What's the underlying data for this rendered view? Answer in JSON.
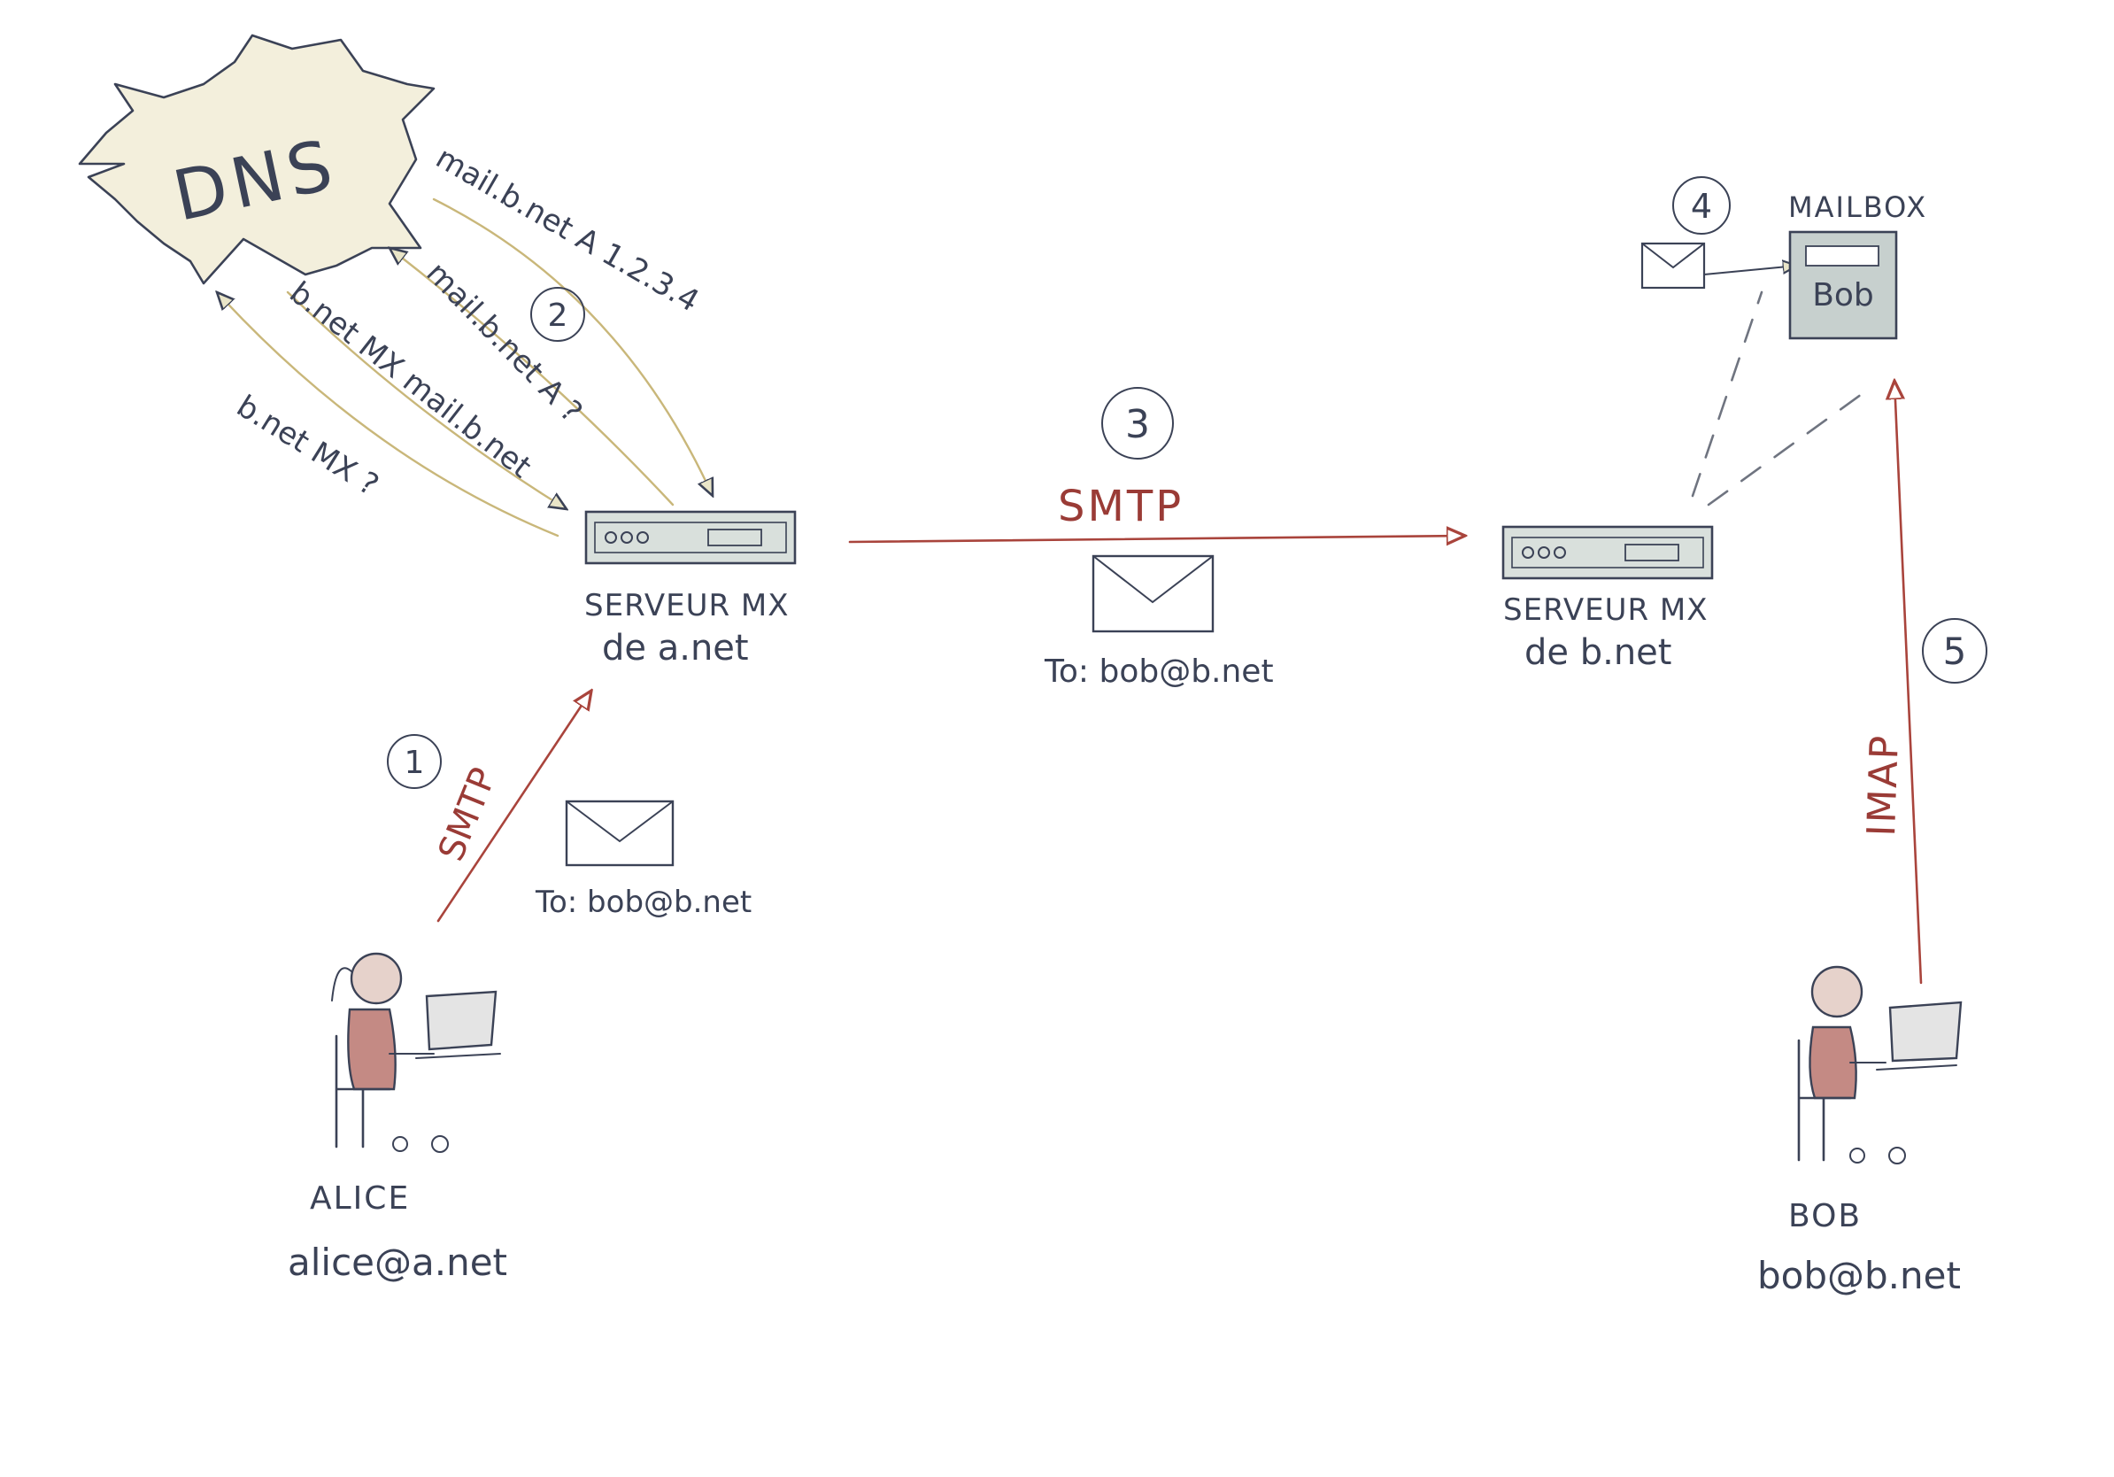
{
  "dns": {
    "label": "DNS"
  },
  "steps": {
    "s1": "1",
    "s2": "2",
    "s3": "3",
    "s4": "4",
    "s5": "5"
  },
  "dns_messages": {
    "query_mx": "b.net MX ?",
    "answer_mx": "b.net MX mail.b.net",
    "query_a": "mail.b.net A ?",
    "answer_a": "mail.b.net A 1.2.3.4"
  },
  "protocols": {
    "smtp_client": "SMTP",
    "smtp_relay": "SMTP",
    "imap": "IMAP"
  },
  "servers": {
    "sender": {
      "line1": "SERVEUR MX",
      "line2": "de a.net"
    },
    "receiver": {
      "line1": "SERVEUR MX",
      "line2": "de b.net"
    }
  },
  "envelopes": {
    "client_to": "To: bob@b.net",
    "relay_to": "To: bob@b.net"
  },
  "mailbox": {
    "title": "MAILBOX",
    "owner": "Bob"
  },
  "people": {
    "alice": {
      "name": "ALICE",
      "email": "alice@a.net"
    },
    "bob": {
      "name": "BOB",
      "email": "bob@b.net"
    }
  },
  "colors": {
    "ink": "#3b4256",
    "smtp_red": "#a9443c",
    "dns_cloud": "#f3efdc",
    "server_fill": "#d9e0dc",
    "dns_arrow": "#c9b77a"
  }
}
